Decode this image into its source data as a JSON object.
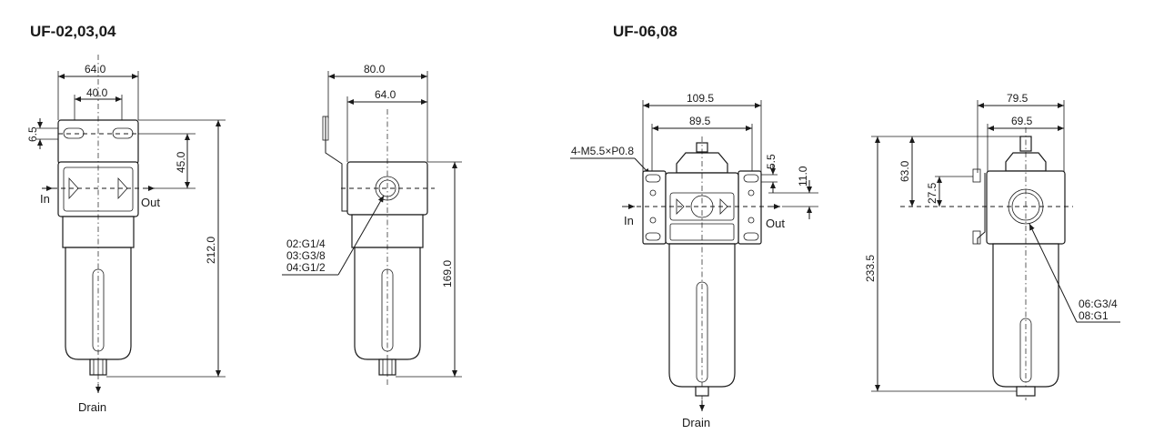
{
  "left_group": {
    "title": "UF-02,03,04",
    "front": {
      "width_overall": "64.0",
      "mount_spacing": "40.0",
      "slot_height": "6.5",
      "center_offset": "45.0",
      "height_overall": "212.0",
      "in_label": "In",
      "out_label": "Out",
      "drain_label": "Drain"
    },
    "side": {
      "depth_overall": "80.0",
      "depth_body": "64.0",
      "height_body": "169.0",
      "ports": [
        "02:G1/4",
        "03:G3/8",
        "04:G1/2"
      ]
    }
  },
  "right_group": {
    "title": "UF-06,08",
    "front": {
      "width_overall": "109.5",
      "mount_spacing": "89.5",
      "screw_spec": "4-M5.5×P0.8",
      "slot_height": "5.5",
      "bracket_offset": "11.0",
      "in_label": "In",
      "out_label": "Out",
      "drain_label": "Drain"
    },
    "side": {
      "depth_overall": "79.5",
      "depth_body": "69.5",
      "top_offset": "63.0",
      "bracket_offset": "27.5",
      "height_overall": "233.5",
      "ports": [
        "06:G3/4",
        "08:G1"
      ]
    }
  }
}
